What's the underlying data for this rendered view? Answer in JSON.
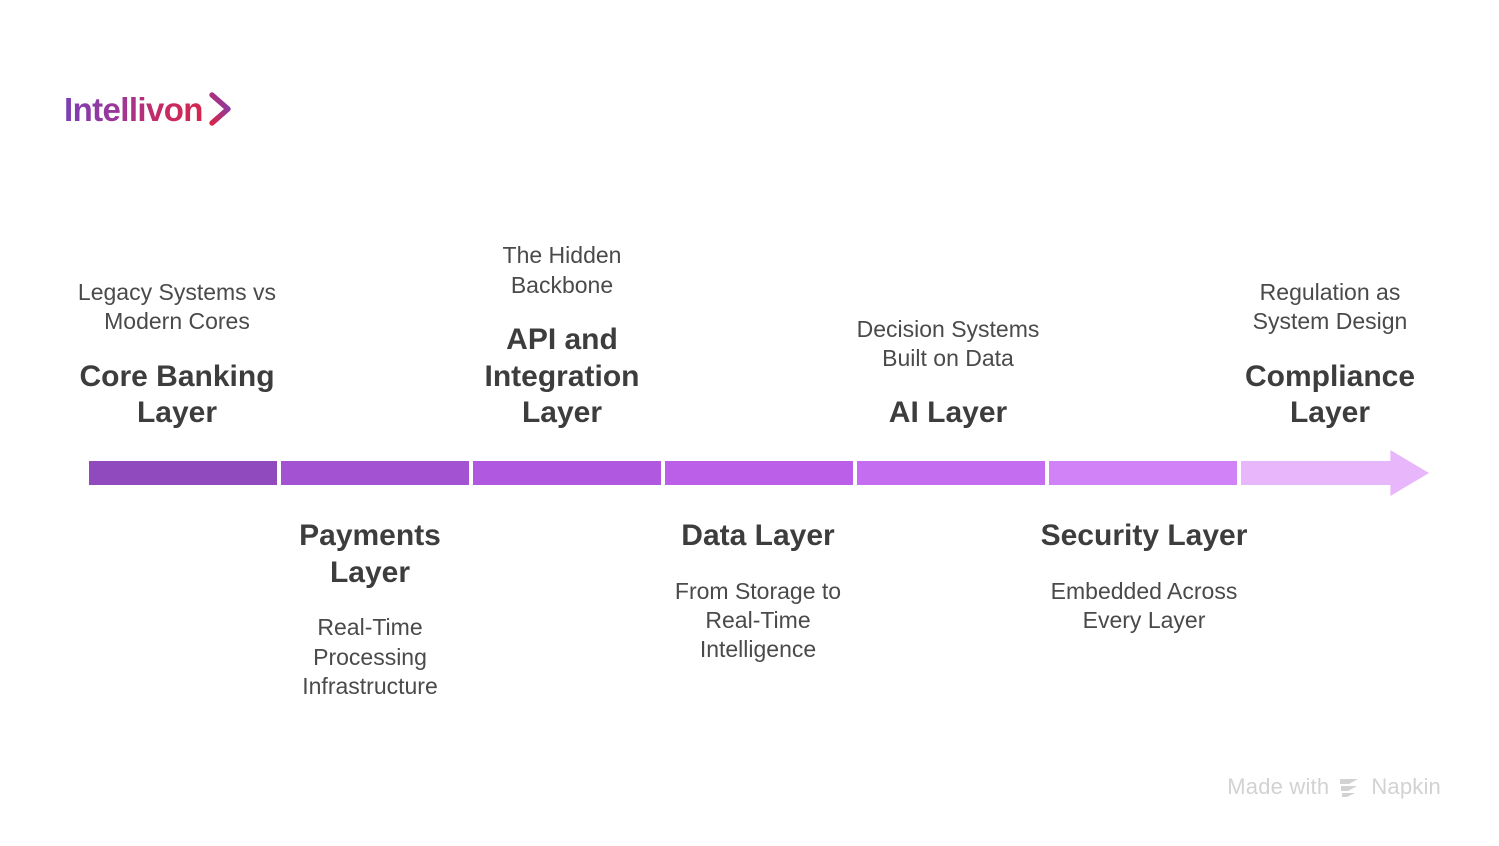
{
  "brand": {
    "logo_text": "Intellivon",
    "logo_icon": "chevron-right-icon",
    "gradient_from": "#7B3FB5",
    "gradient_to": "#D6254B"
  },
  "timeline": {
    "orientation": "horizontal",
    "arrow_icon": "arrow-right-icon",
    "segment_count": 7,
    "segment_colors": [
      "#9149BE",
      "#A353D2",
      "#B059E0",
      "#BC5FE8",
      "#C56DF0",
      "#D282F7",
      "#E8B6FB"
    ],
    "items": [
      {
        "index": 0,
        "position": "above",
        "title": "Core Banking\nLayer",
        "subtitle": "Legacy Systems vs\nModern Cores"
      },
      {
        "index": 1,
        "position": "below",
        "title": "Payments\nLayer",
        "subtitle": "Real-Time\nProcessing\nInfrastructure"
      },
      {
        "index": 2,
        "position": "above",
        "title": "API and\nIntegration\nLayer",
        "subtitle": "The Hidden\nBackbone"
      },
      {
        "index": 3,
        "position": "below",
        "title": "Data Layer",
        "subtitle": "From Storage to\nReal-Time\nIntelligence"
      },
      {
        "index": 4,
        "position": "above",
        "title": "AI Layer",
        "subtitle": "Decision Systems\nBuilt on Data"
      },
      {
        "index": 5,
        "position": "below",
        "title": "Security Layer",
        "subtitle": "Embedded Across\nEvery Layer"
      },
      {
        "index": 6,
        "position": "above",
        "title": "Compliance\nLayer",
        "subtitle": "Regulation as\nSystem Design"
      }
    ]
  },
  "watermark": {
    "prefix": "Made with",
    "brand": "Napkin",
    "icon": "napkin-logo-icon",
    "color": "#d2d2d2"
  }
}
